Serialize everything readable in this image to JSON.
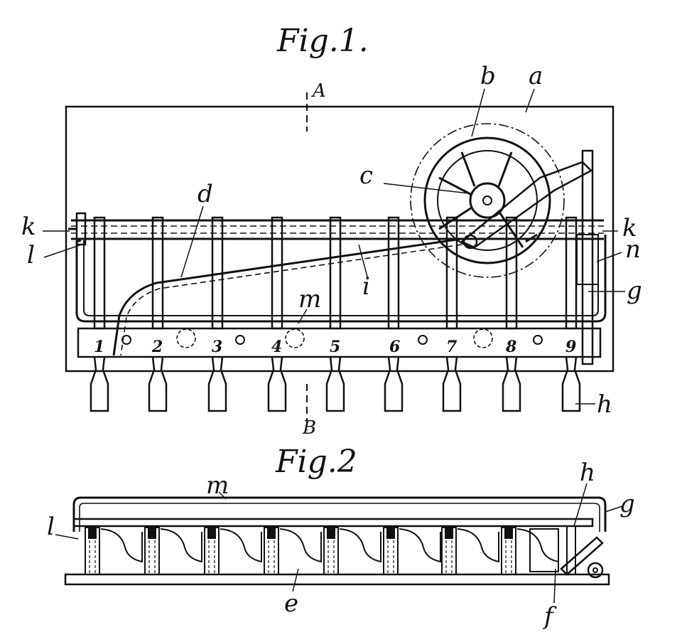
{
  "figures": [
    {
      "title": "Fig.1.",
      "labels": [
        "a",
        "b",
        "c",
        "d",
        "i",
        "k",
        "k",
        "l",
        "m",
        "n",
        "g",
        "h",
        "A",
        "B"
      ],
      "key_numbers": [
        "1",
        "2",
        "3",
        "4",
        "5",
        "6",
        "7",
        "8",
        "9"
      ]
    },
    {
      "title": "Fig.2",
      "labels": [
        "m",
        "h",
        "g",
        "l",
        "e",
        "f"
      ]
    }
  ]
}
